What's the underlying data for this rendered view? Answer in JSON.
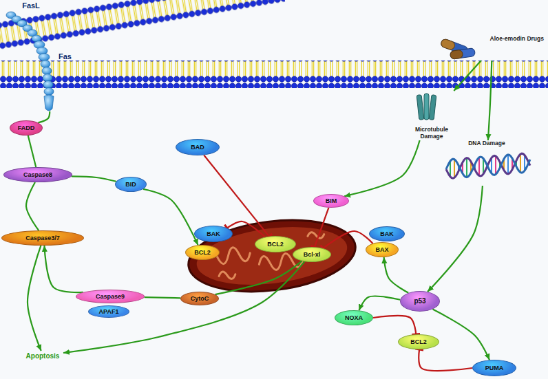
{
  "diagram": {
    "nodes": [
      {
        "text": [
          "FasL"
        ]
      },
      {
        "text": [
          "Fas"
        ]
      },
      {
        "text": [
          "Aloe-emodin Drugs"
        ]
      },
      {
        "text": [
          "FADD"
        ]
      },
      {
        "text": [
          "Microtubule Damage"
        ]
      },
      {
        "text": [
          "BAD"
        ]
      },
      {
        "text": [
          "DNA Damage"
        ]
      },
      {
        "text": [
          "Caspase8"
        ]
      },
      {
        "text": [
          "BID"
        ]
      },
      {
        "text": [
          "BIM"
        ]
      },
      {
        "text": [
          "Caspase3/7"
        ]
      },
      {
        "text": [
          "BAK"
        ]
      },
      {
        "text": [
          "BCL2"
        ]
      },
      {
        "text": [
          "Bcl-xl"
        ]
      },
      {
        "text": [
          "BAK"
        ]
      },
      {
        "text": [
          "BCL2"
        ]
      },
      {
        "text": [
          "BAX"
        ]
      },
      {
        "text": [
          "CytoC"
        ]
      },
      {
        "text": [
          "Caspase9"
        ]
      },
      {
        "text": [
          "APAF1"
        ]
      },
      {
        "text": [
          "p53"
        ]
      },
      {
        "text": [
          "NOXA"
        ]
      },
      {
        "text": [
          "BCL2"
        ]
      },
      {
        "text": [
          "PUMA"
        ]
      },
      {
        "text": [
          "Apoptosis"
        ]
      }
    ],
    "edges": [
      {
        "from": 1,
        "to": 3,
        "arrow": "none"
      },
      {
        "from": 3,
        "to": 7,
        "arrow": "none"
      },
      {
        "from": 7,
        "to": 8,
        "arrow": "none"
      },
      {
        "from": 7,
        "to": 10,
        "arrow": "none"
      },
      {
        "from": 10,
        "to": 24,
        "arrow": "to"
      },
      {
        "from": 8,
        "to": 15,
        "arrow": "to"
      },
      {
        "from": 5,
        "to": 12,
        "arrow": "to"
      },
      {
        "from": 12,
        "to": 11,
        "arrow": "to"
      },
      {
        "from": 9,
        "to": 13,
        "arrow": "to"
      },
      {
        "from": 16,
        "to": 13,
        "arrow": "to"
      },
      {
        "from": 2,
        "to": 4,
        "arrow": "to"
      },
      {
        "from": 2,
        "to": 6,
        "arrow": "to"
      },
      {
        "from": 4,
        "to": 9,
        "arrow": "to"
      },
      {
        "from": 6,
        "to": 20,
        "arrow": "to"
      },
      {
        "from": 20,
        "to": 16,
        "arrow": "to"
      },
      {
        "from": 20,
        "to": 21,
        "arrow": "to"
      },
      {
        "from": 20,
        "to": 23,
        "arrow": "to"
      },
      {
        "from": 21,
        "to": 22,
        "arrow": "to"
      },
      {
        "from": 23,
        "to": 22,
        "arrow": "to"
      },
      {
        "from": 13,
        "to": 17,
        "arrow": "none"
      },
      {
        "from": 17,
        "to": 18,
        "arrow": "none"
      },
      {
        "from": 18,
        "to": 10,
        "arrow": "to"
      },
      {
        "from": 13,
        "to": 24,
        "arrow": "to"
      }
    ]
  }
}
